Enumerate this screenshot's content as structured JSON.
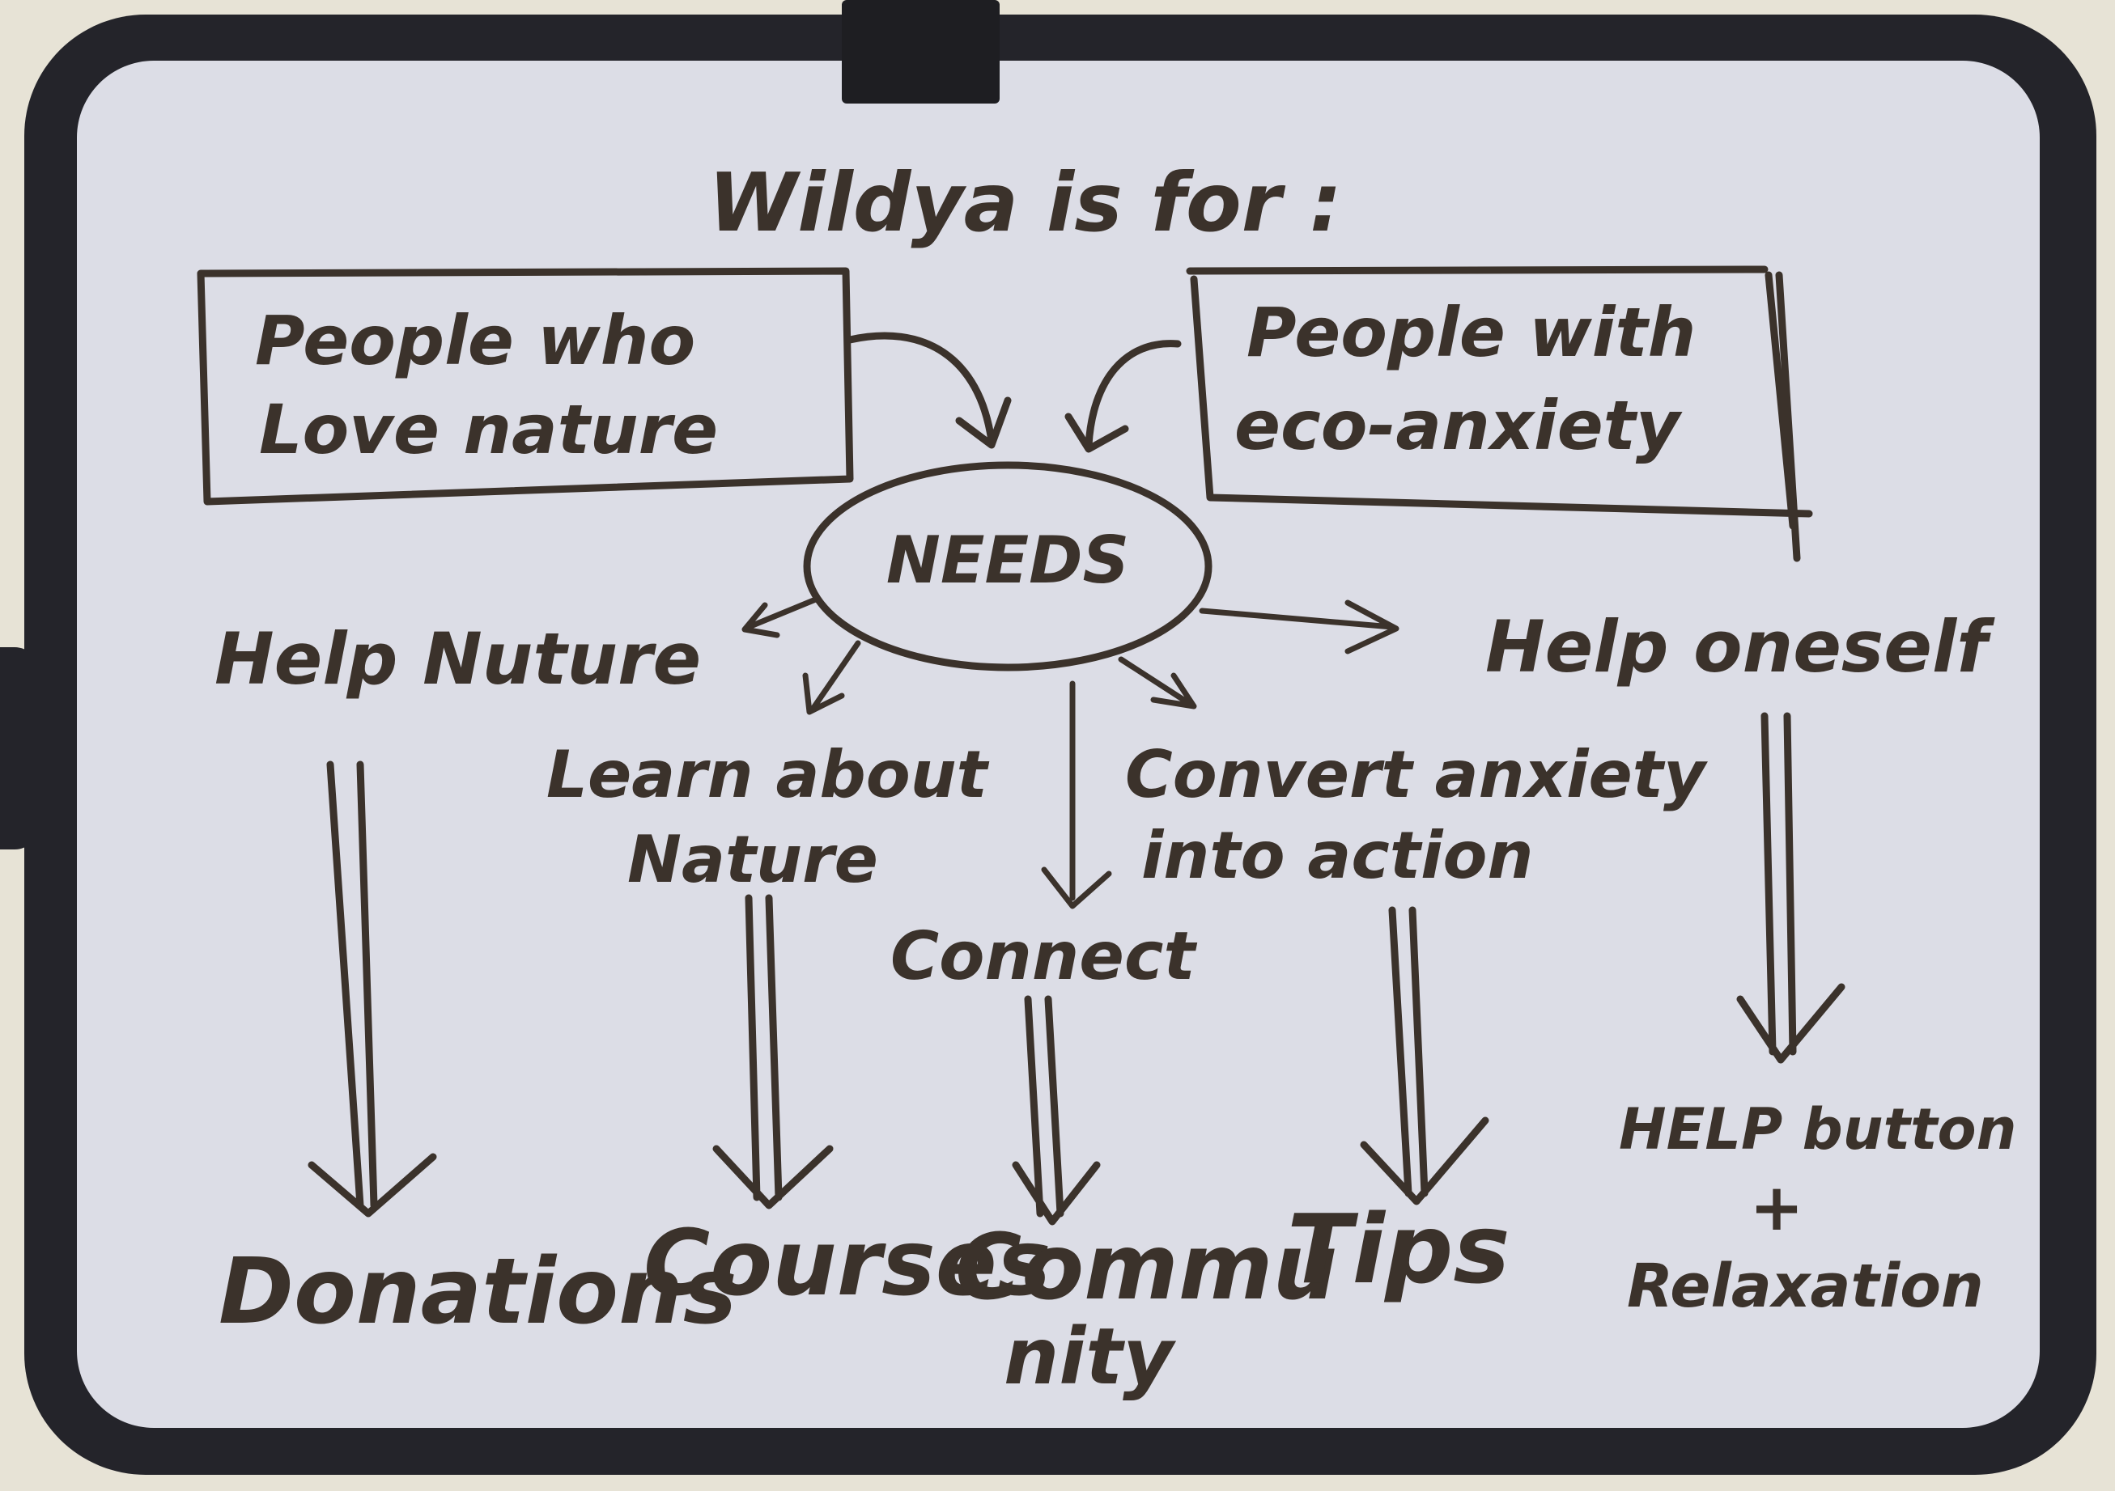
{
  "board": {
    "title": "Wildya is for :",
    "audiences": [
      {
        "line1": "People who",
        "line2": "Love nature"
      },
      {
        "line1": "People with",
        "line2": "eco-anxiety"
      }
    ],
    "center": "NEEDS",
    "needs": {
      "help_nature": "Help Nuture",
      "learn_line1": "Learn about",
      "learn_line2": "Nature",
      "connect": "Connect",
      "convert_line1": "Convert anxiety",
      "convert_line2": "into action",
      "help_oneself": "Help oneself"
    },
    "outcomes": {
      "donations": "Donations",
      "courses": "Courses",
      "community_line1": "Commu",
      "community_line2": "nity",
      "tips": "Tips",
      "help_line1": "HELP button",
      "help_line2": "+",
      "help_line3": "Relaxation"
    }
  }
}
